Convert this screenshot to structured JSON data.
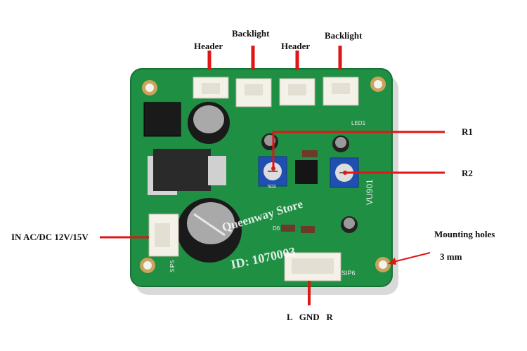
{
  "labels": {
    "header_1": "Header",
    "backlight_1": "Backlight",
    "header_2": "Header",
    "backlight_2": "Backlight",
    "r1": "R1",
    "r2": "R2",
    "input": "IN AC/DC 12V/15V",
    "mounting_holes": "Mounting holes",
    "hole_size": "3 mm",
    "output_pins": "L   GND   R"
  },
  "board_silkscreen": {
    "led1": "LED1",
    "sip6": "SIP6",
    "sip5": "SIP5",
    "d6": "D6",
    "part_vu": "VU901",
    "pot_value": "503"
  },
  "watermark": {
    "store": "Queenway Store",
    "id": "ID: 1070003"
  },
  "colors": {
    "pcb": "#1f8f43",
    "annotation_red": "#e01515",
    "trimmer_blue": "#1f4fb0"
  }
}
